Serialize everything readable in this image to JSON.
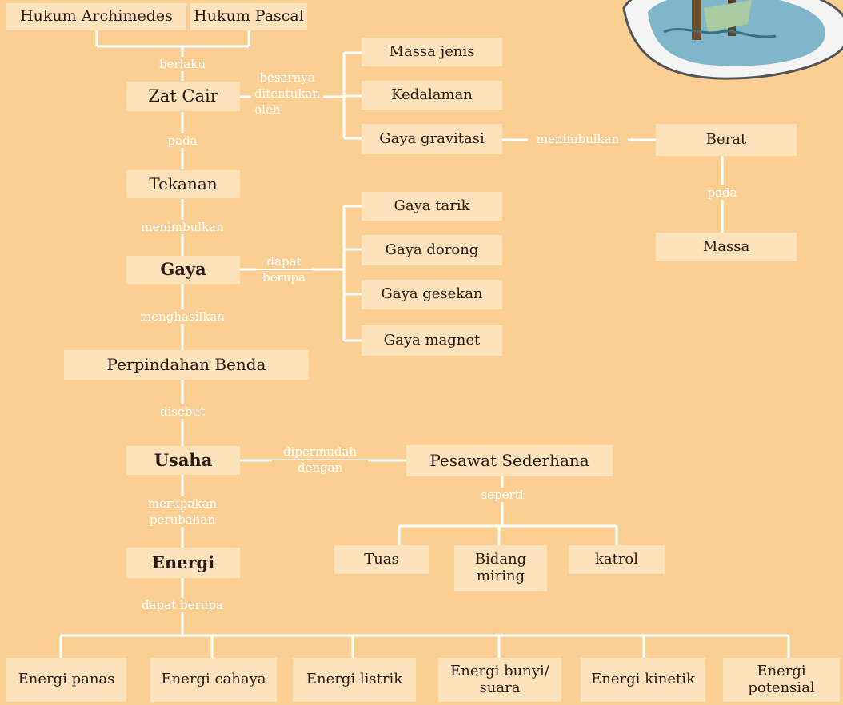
{
  "top": {
    "archimedes": "Hukum Archimedes",
    "pascal": "Hukum Pascal"
  },
  "main": {
    "zat_cair": "Zat Cair",
    "tekanan": "Tekanan",
    "gaya": "Gaya",
    "perpindahan": "Perpindahan Benda",
    "usaha": "Usaha",
    "energi": "Energi"
  },
  "connectors": {
    "berlaku": "berlaku",
    "besarnya": "besarnya",
    "ditentukan": "ditentukan",
    "oleh": "oleh",
    "pada1": "pada",
    "menimbulkan1": "menimbulkan",
    "dapat": "dapat",
    "berupa": "berupa",
    "menghasilkan": "menghasilkan",
    "disebut": "disebut",
    "dipermudah": "dipermudah",
    "dengan": "dengan",
    "merupakan": "merupakan",
    "perubahan": "perubahan",
    "dapat_berupa": "dapat berupa",
    "menimbulkan2": "menimbulkan",
    "pada2": "pada",
    "seperti": "seperti"
  },
  "zat_cair_factors": [
    "Massa jenis",
    "Kedalaman",
    "Gaya gravitasi"
  ],
  "berat": "Berat",
  "massa": "Massa",
  "gaya_types": [
    "Gaya tarik",
    "Gaya dorong",
    "Gaya gesekan",
    "Gaya magnet"
  ],
  "pesawat": "Pesawat Sederhana",
  "pesawat_types": {
    "tuas": "Tuas",
    "bidang1": "Bidang",
    "bidang2": "miring",
    "katrol": "katrol"
  },
  "energi_types": {
    "panas": "Energi panas",
    "cahaya": "Energi cahaya",
    "listrik": "Energi listrik",
    "bunyi1": "Energi bunyi/",
    "bunyi2": "suara",
    "kinetik": "Energi kinetik",
    "potensial1": "Energi",
    "potensial2": "potensial"
  }
}
